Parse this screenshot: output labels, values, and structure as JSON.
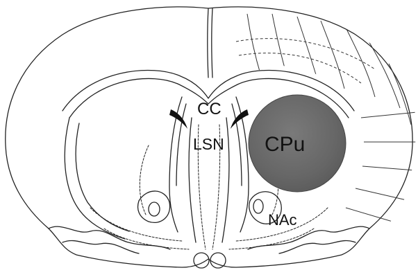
{
  "labels": {
    "cc": "CC",
    "lsn": "LSN",
    "cpu": "CPu",
    "nac": "NAc"
  },
  "colors": {
    "outline": "#222222",
    "lesion_fill": "#6f6f6f",
    "background": "#ffffff"
  }
}
